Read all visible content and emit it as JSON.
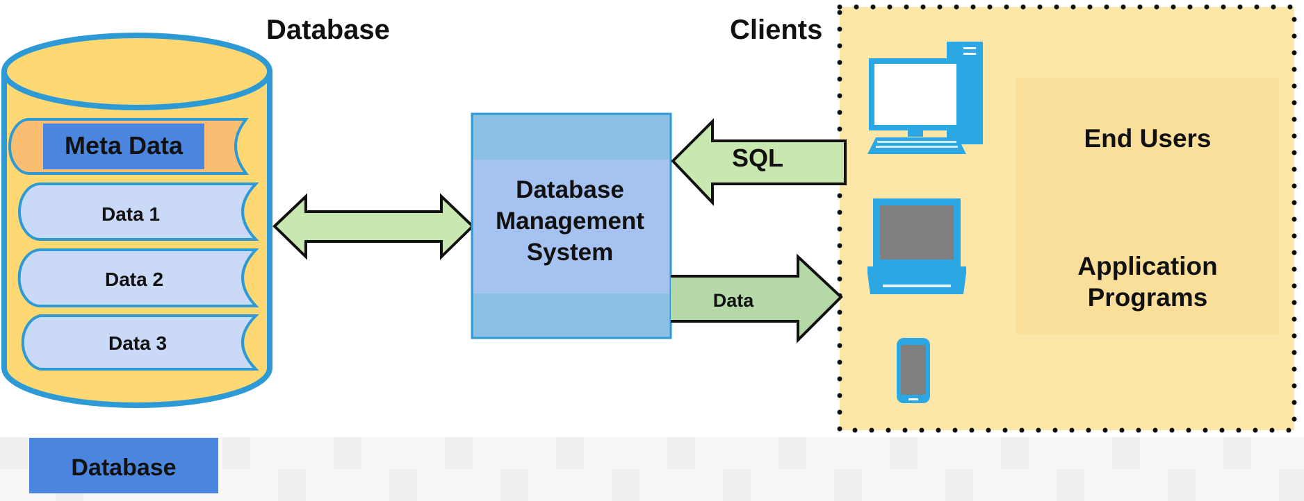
{
  "headings": {
    "database": "Database",
    "clients": "Clients"
  },
  "database_stack": {
    "meta_label": "Meta Data",
    "rows": [
      "Data 1",
      "Data 2",
      "Data 3"
    ]
  },
  "dbms": {
    "lines": [
      "Database",
      "Management",
      "System"
    ]
  },
  "arrows": {
    "sql_label": "SQL",
    "data_label": "Data"
  },
  "client_types": {
    "end_users": "End Users",
    "app_line1": "Application",
    "app_line2": "Programs"
  },
  "footer": {
    "button_label": "Database"
  },
  "colors": {
    "cylinder_fill": "#FDD873",
    "cylinder_stroke": "#2D9AD5",
    "meta_row_fill": "#F9BE72",
    "meta_label_fill": "#4A86E0",
    "data_row_fill": "#CAD9F5",
    "dbms_fill": "#A6C2F0",
    "dbms_band": "#8CC0E5",
    "arrow_fill": "#C8E8B0",
    "clients_panel": "#FCE7A8",
    "inner_panel": "#FADF9A",
    "device_blue": "#2BA8E3",
    "footer_button": "#4A86E0"
  }
}
